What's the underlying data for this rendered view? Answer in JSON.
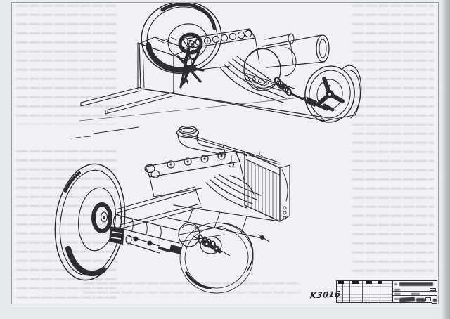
{
  "page": {
    "kind": "scanned-book-page-with-illustration-plate",
    "colors": {
      "background": "#e8e9eb",
      "plate": "#f1f1f3",
      "ink": "#232327",
      "border": "#9aa0a6",
      "page_edge": "#aaacb1"
    }
  },
  "plate": {
    "figures": [
      {
        "name": "chassis-drawing-top",
        "subject": "isometric cutaway of rear-engined car chassis: frame rails, radiator box, engine with fanned exhaust pipes, driveshaft, muffler and wheels"
      },
      {
        "name": "chassis-drawing-bottom",
        "subject": "isometric rear three-quarter view of rear-engined chassis with swing axle, engine, intake snorkel and radiator"
      }
    ],
    "annotation": {
      "label": "K3016"
    },
    "title_block": {
      "legible_text": "",
      "entries": "handwritten, illegible in scan"
    }
  }
}
